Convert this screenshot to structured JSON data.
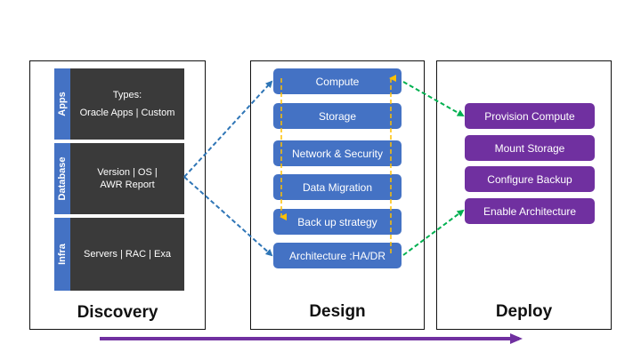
{
  "discovery": {
    "title": "Discovery",
    "rows": [
      {
        "tab": "Apps",
        "lines": [
          "Types:",
          "Oracle Apps | Custom"
        ]
      },
      {
        "tab": "Database",
        "lines": [
          "Version | OS |",
          "AWR Report"
        ]
      },
      {
        "tab": "Infra",
        "lines": [
          "Servers | RAC | Exa"
        ]
      }
    ]
  },
  "design": {
    "title": "Design",
    "steps": [
      "Compute",
      "Storage",
      "Network & Security",
      "Data Migration",
      "Back up strategy",
      "Architecture :HA/DR"
    ]
  },
  "deploy": {
    "title": "Deploy",
    "steps": [
      "Provision Compute",
      "Mount Storage",
      "Configure Backup",
      "Enable Architecture"
    ]
  },
  "colors": {
    "design_box": "#4472c4",
    "deploy_box": "#7030a0",
    "discovery_tab": "#4472c4",
    "discovery_row": "#3a3a3a",
    "blue_connector": "#2e75b6",
    "green_connector": "#00b050",
    "yellow_connector": "#ffc000",
    "progress_arrow": "#7030a0"
  }
}
